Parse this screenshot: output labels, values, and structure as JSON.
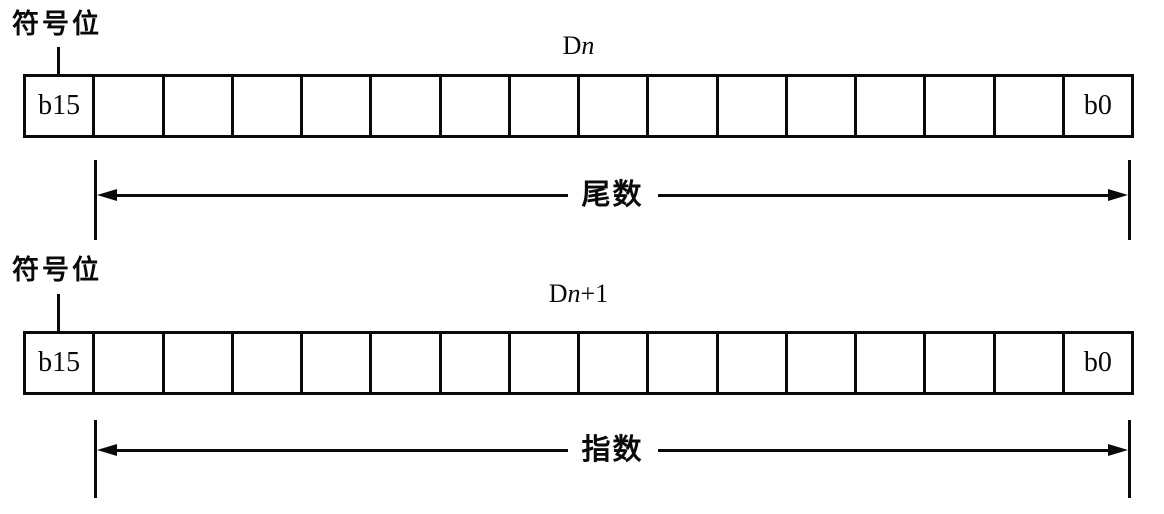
{
  "colors": {
    "ink": "#0a0a0a",
    "background": "#ffffff"
  },
  "sections": [
    {
      "sign_label": "符号位",
      "title": {
        "prefix": "D",
        "variable": "n",
        "suffix": ""
      },
      "bits": {
        "first": "b15",
        "last": "b0",
        "total_cells": 16
      },
      "arrow_label": "尾数"
    },
    {
      "sign_label": "符号位",
      "title": {
        "prefix": "D",
        "variable": "n",
        "suffix": "+1"
      },
      "bits": {
        "first": "b15",
        "last": "b0",
        "total_cells": 16
      },
      "arrow_label": "指数"
    }
  ]
}
